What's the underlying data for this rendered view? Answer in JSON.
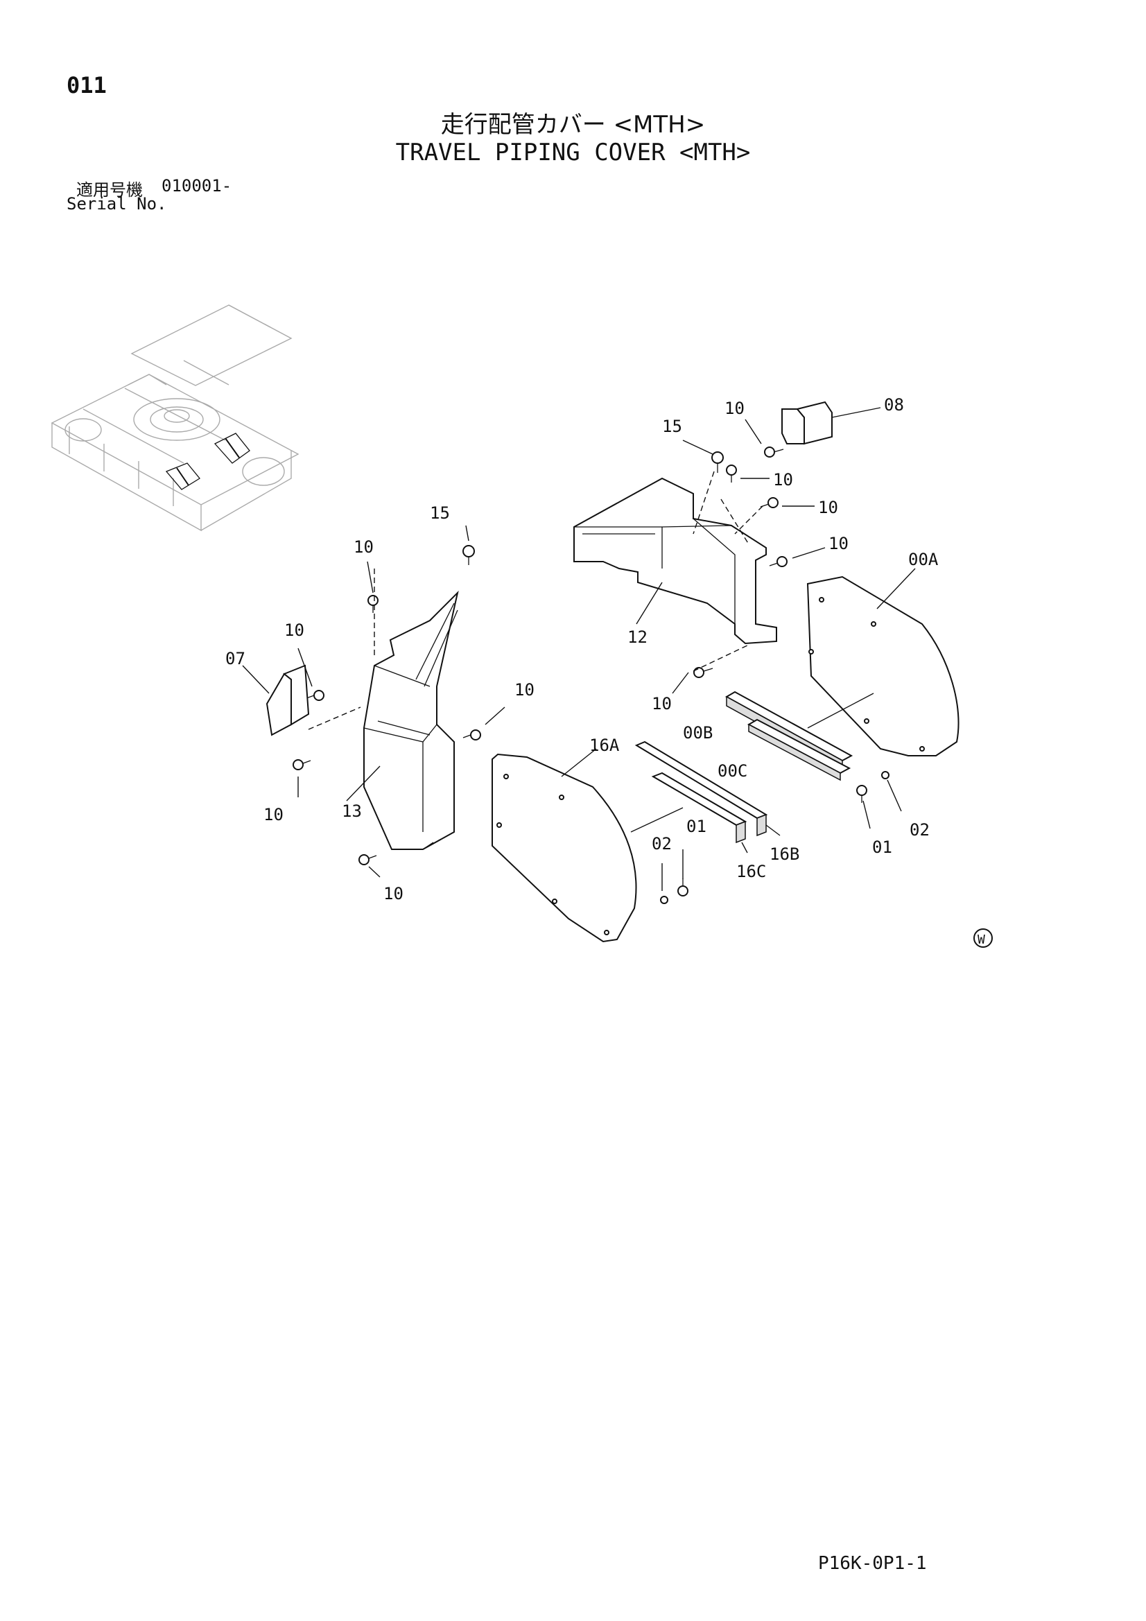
{
  "header": {
    "page_no": "011",
    "title_jp": "走行配管カバー <MTH>",
    "title_en": "TRAVEL PIPING COVER <MTH>",
    "serial_jp_label": "適用号機",
    "serial_value": "010001-",
    "serial_en_label": "Serial No."
  },
  "callouts": {
    "c08": "08",
    "c10_top": "10",
    "c15_top": "15",
    "c10_a": "10",
    "c10_b": "10",
    "c10_c": "10",
    "c00A": "00A",
    "c12": "12",
    "c15_left": "15",
    "c10_left_top": "10",
    "c10_left_07": "10",
    "c07": "07",
    "c10_mid": "10",
    "c10_lower_right": "10",
    "c00B": "00B",
    "c16A": "16A",
    "c00C": "00C",
    "c10_left_bottom": "10",
    "c13": "13",
    "c02_mid": "02",
    "c01_mid": "01",
    "c16B": "16B",
    "c16C": "16C",
    "c01_right": "01",
    "c02_right": "02",
    "c10_bottom": "10",
    "w_mark": "W"
  },
  "footer": {
    "drawing_code": "P16K-0P1-1"
  }
}
